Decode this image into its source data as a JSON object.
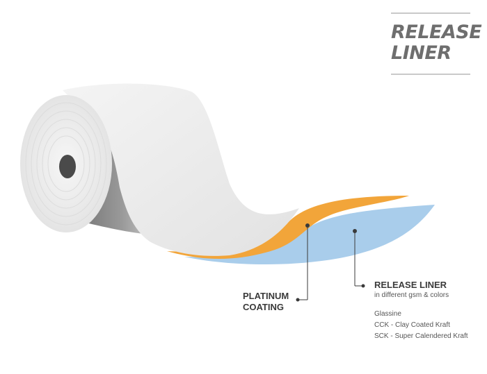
{
  "title": {
    "line1": "RELEASE",
    "line2": "LINER"
  },
  "labels": {
    "platinum": {
      "line1": "PLATINUM",
      "line2": "COATING"
    },
    "release_liner": {
      "title": "RELEASE LINER",
      "subtitle": "in different gsm & colors",
      "types": [
        "Glassine",
        "CCK - Clay Coated Kraft",
        "SCK - Super Calendered Kraft"
      ]
    }
  },
  "colors": {
    "paper": "#ececec",
    "coating": "#f2a53a",
    "liner": "#a9cdeb",
    "title": "#6e6e6e",
    "text": "#3a3a3a"
  }
}
